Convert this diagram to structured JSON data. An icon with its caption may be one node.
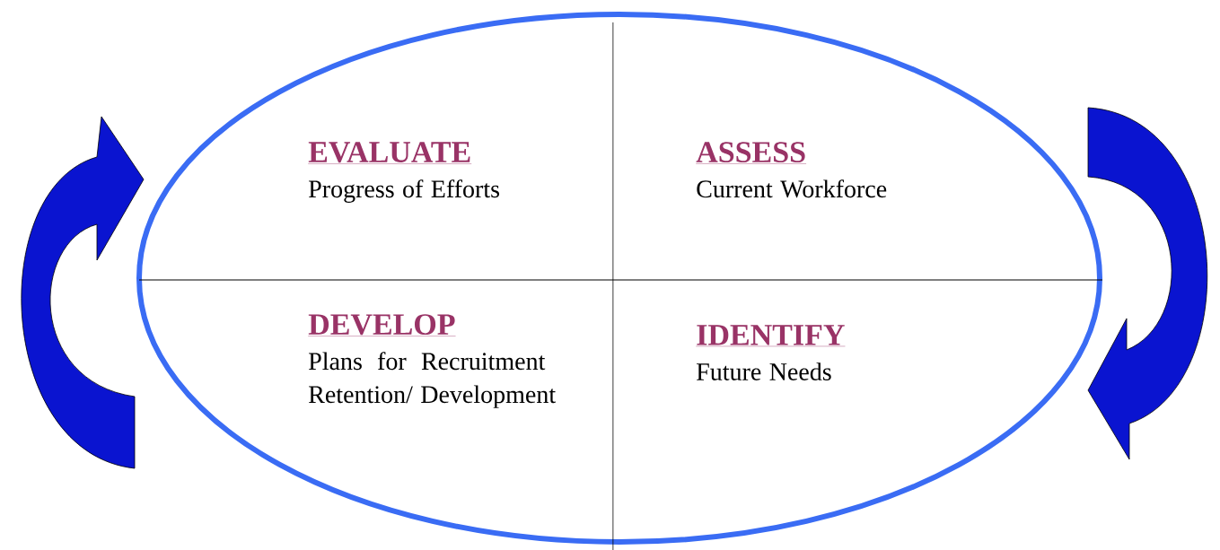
{
  "diagram": {
    "nodes": [
      {
        "text": [
          "EVALUATE",
          "Progress of Efforts",
          "ASSESS",
          "Current Workforce",
          "DEVELOP",
          "Plans for Recruitment Retention/ Development",
          "IDENTIFY",
          "Future Needs"
        ]
      }
    ]
  }
}
